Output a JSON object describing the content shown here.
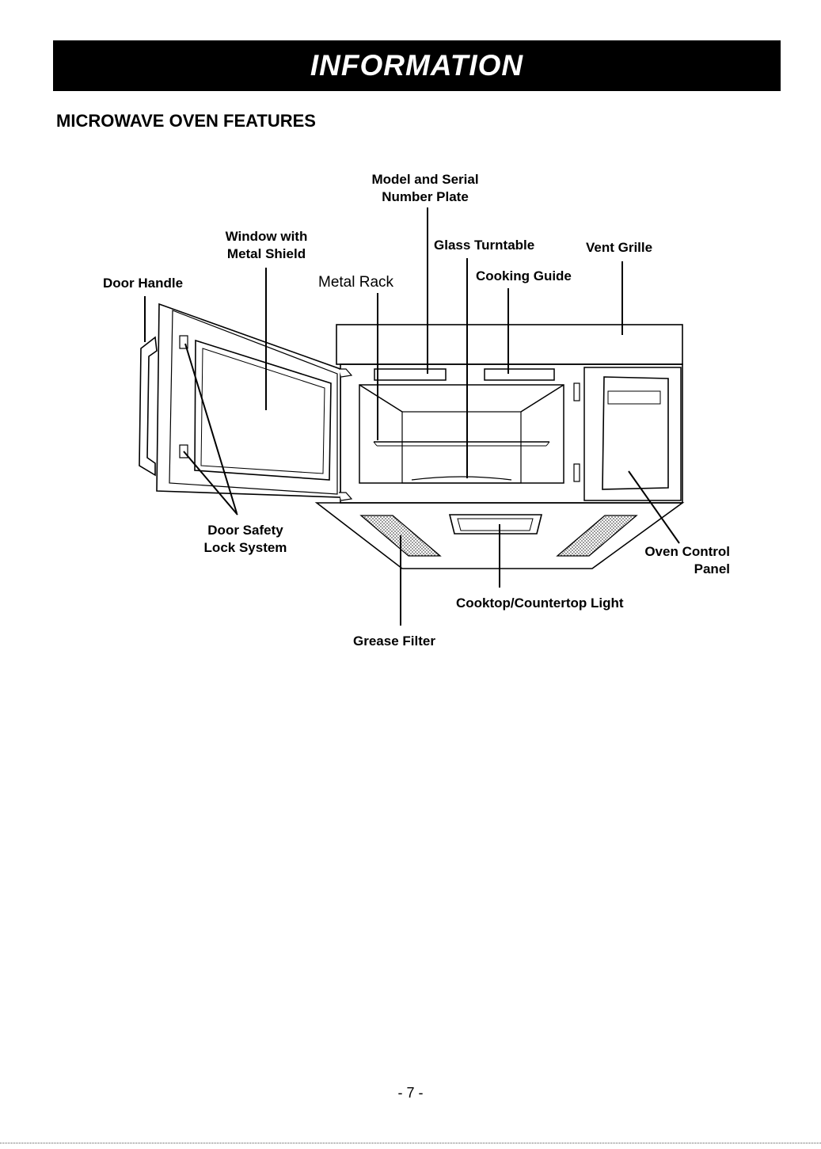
{
  "header": {
    "title": "INFORMATION"
  },
  "section": {
    "title": "MICROWAVE OVEN FEATURES"
  },
  "labels": {
    "model_plate": [
      "Model and Serial",
      "Number Plate"
    ],
    "window": [
      "Window with",
      "Metal Shield"
    ],
    "glass_turntable": "Glass Turntable",
    "vent_grille": "Vent Grille",
    "door_handle": "Door Handle",
    "metal_rack": "Metal Rack",
    "cooking_guide": "Cooking Guide",
    "door_safety": [
      "Door Safety",
      "Lock System"
    ],
    "oven_control": [
      "Oven Control",
      "Panel"
    ],
    "cooktop_light": "Cooktop/Countertop Light",
    "grease_filter": "Grease Filter"
  },
  "footer": {
    "page_number": "- 7 -"
  }
}
